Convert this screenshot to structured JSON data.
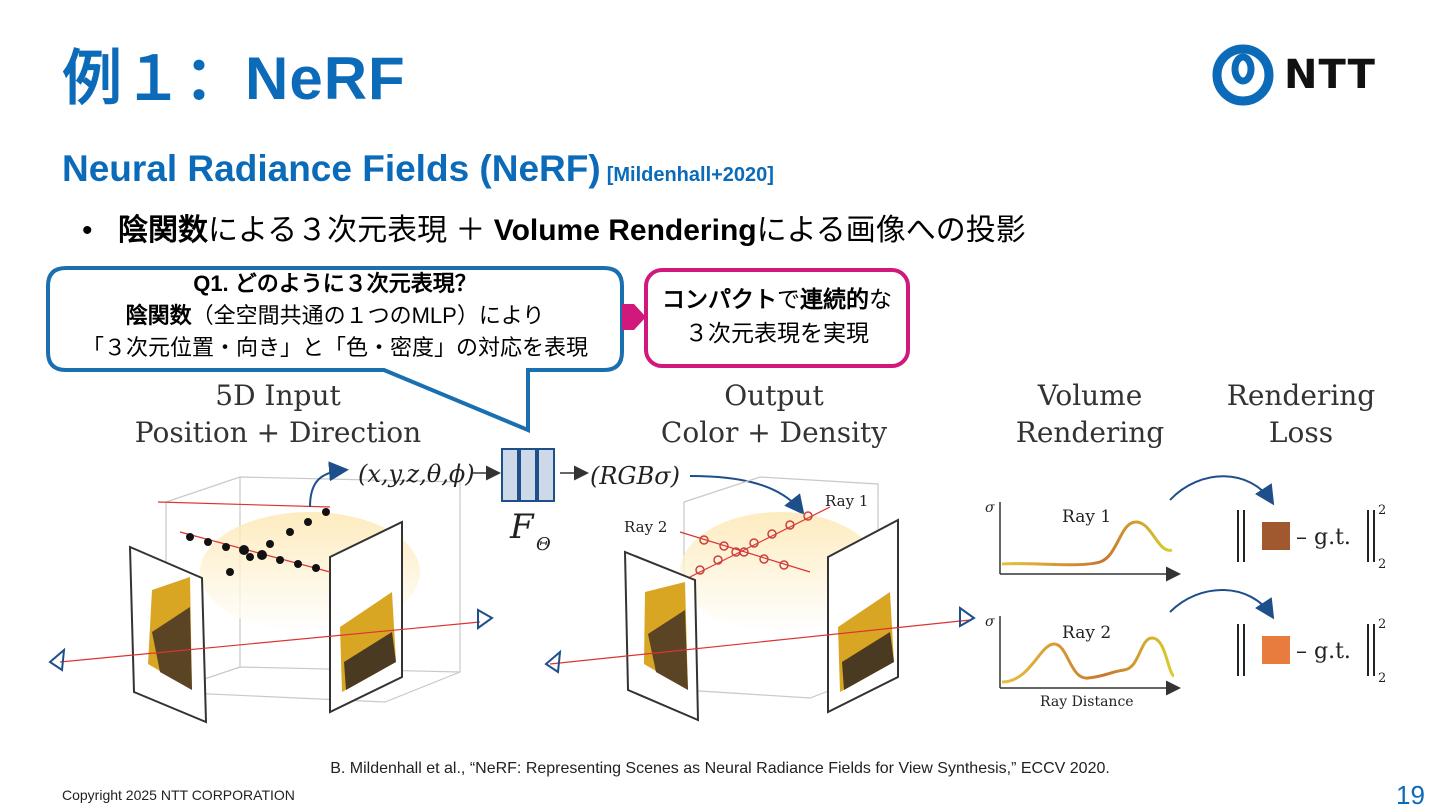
{
  "slide": {
    "title": "例１：NeRF",
    "subtitle": "Neural Radiance Fields (NeRF)",
    "subtitle_ref": "[Mildenhall+2020]",
    "bullet": {
      "marker": "•",
      "parts": [
        "陰関数",
        "による３次元表現 ＋ ",
        "Volume Rendering",
        "による画像への投影"
      ]
    }
  },
  "logo": {
    "text": "NTT",
    "color": "#0b6bb8"
  },
  "callout_q1": {
    "line1": "Q1. どのように３次元表現？",
    "line2_bold": "陰関数",
    "line2_rest": "（全空間共通の１つのMLP）により",
    "line3": "「３次元位置・向き」と「色・密度」の対応を表現",
    "border_color": "#1a6fb0"
  },
  "callout_a1": {
    "bold1": "コンパクト",
    "text1": "で",
    "bold2": "連続的",
    "text2": "な",
    "line2": "３次元表現を実現",
    "border_color": "#d0197a"
  },
  "figure": {
    "input_title_1": "5D Input",
    "input_title_2": "Position + Direction",
    "output_title_1": "Output",
    "output_title_2": "Color + Density",
    "volume_title_1": "Volume",
    "volume_title_2": "Rendering",
    "loss_title_1": "Rendering",
    "loss_title_2": "Loss",
    "input_tuple": "(x,y,z,θ,ϕ)",
    "network_label": "F",
    "network_sub": "Θ",
    "output_tuple": "(RGBσ)",
    "ray1_label": "Ray 1",
    "ray2_label": "Ray 2",
    "sigma_label": "σ",
    "ray_distance_label": "Ray Distance",
    "loss_gt": "– g.t.",
    "loss_power": "2",
    "loss_sub": "2",
    "color_ray1": "#a0582e",
    "color_ray2": "#e87c3e"
  },
  "citation": "B. Mildenhall et al., “NeRF: Representing Scenes as Neural Radiance Fields for View Synthesis,” ECCV 2020.",
  "copyright": "Copyright 2025 NTT CORPORATION",
  "page_number": "19"
}
